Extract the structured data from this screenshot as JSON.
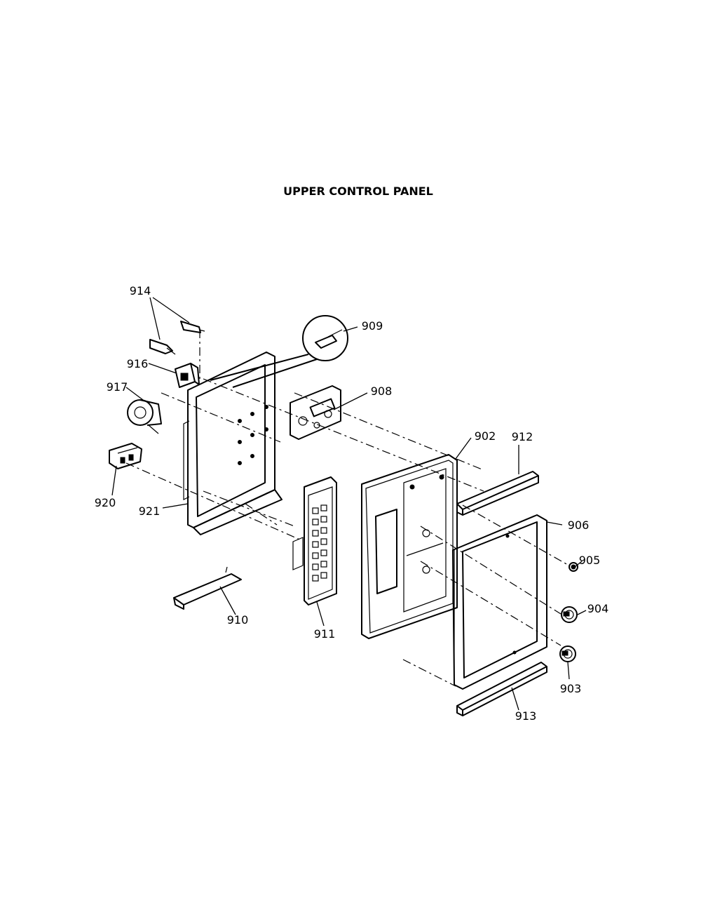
{
  "title": "UPPER CONTROL PANEL",
  "parts": {
    "p914": "914",
    "p909": "909",
    "p916": "916",
    "p917": "917",
    "p908": "908",
    "p902": "902",
    "p912": "912",
    "p920": "920",
    "p906": "906",
    "p921": "921",
    "p905": "905",
    "p904": "904",
    "p910": "910",
    "p911": "911",
    "p903": "903",
    "p913": "913"
  }
}
